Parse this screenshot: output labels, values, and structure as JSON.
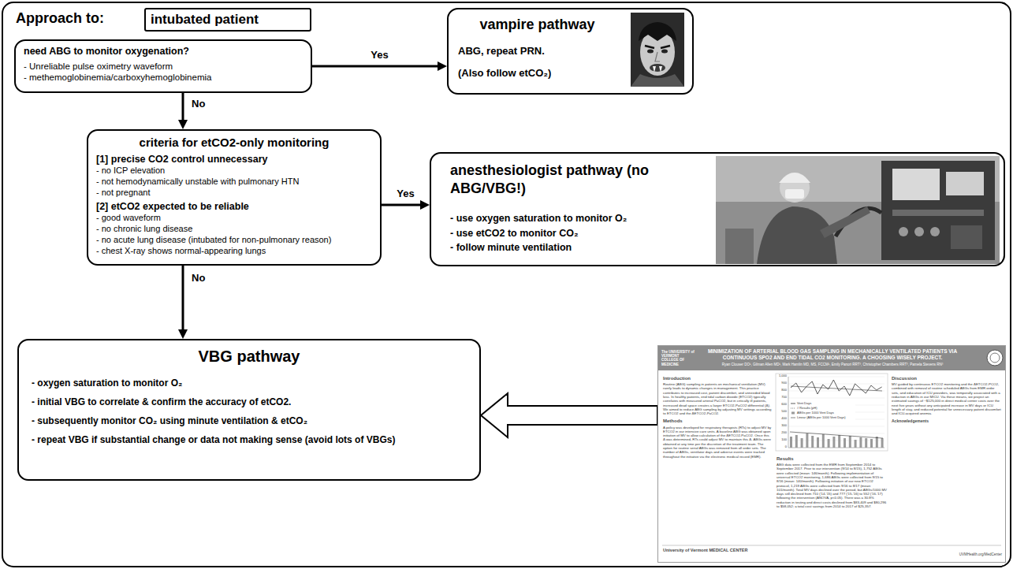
{
  "diagram": {
    "title": "Approach to:",
    "nodes": [
      {
        "text": [
          "intubated patient"
        ]
      },
      {
        "text": [
          "need ABG to monitor oxygenation?",
          "- Unreliable pulse oximetry waveform",
          "- methemoglobinemia/carboxyhemoglobinemia"
        ]
      },
      {
        "text": [
          "vampire pathway",
          "ABG, repeat PRN.",
          "(Also follow etCO₂)"
        ]
      },
      {
        "text": [
          "criteria for etCO2-only monitoring",
          "[1] precise CO2 control unnecessary",
          "- no ICP elevation",
          "- not hemodynamically unstable with pulmonary HTN",
          "- not pregnant",
          "[2] etCO2 expected to be reliable",
          "- good waveform",
          "- no chronic lung disease",
          "- no acute lung disease (intubated for non-pulmonary reason)",
          "- chest X-ray shows normal-appearing lungs"
        ]
      },
      {
        "text": [
          "anesthesiologist pathway (no ABG/VBG!)",
          "- use oxygen saturation to monitor O₂",
          "- use etCO2 to monitor CO₂",
          "- follow minute ventilation"
        ]
      },
      {
        "text": [
          "VBG pathway",
          "- oxygen saturation to monitor O₂",
          "- initial VBG to correlate & confirm the accuracy of etCO2.",
          "- subsequently monitor CO₂ using minute ventilation & etCO₂",
          "- repeat VBG if substantial change or data not making sense (avoid lots of VBGs)"
        ]
      },
      {
        "text": [
          "The UNIVERSITY of VERMONT COLLEGE OF MEDICINE",
          "MINIMIZATION OF ARTERIAL BLOOD GAS SAMPLING IN MECHANICALLY VENTILATED PATIENTS VIA CONTINUOUS SPO2 AND END TIDAL CO2 MONITORING. A CHOOSING WISELY PROJECT.",
          "Ryan Clouser DO¹, Gilman Allen MD¹, Mark Hamlin MD, MS, FCCM¹, Emily Panori RRT³, Christopher Chambers RRT³, Pamela Stevens RN³",
          "Introduction",
          "Routine (ABG) sampling in patients on mechanical ventilation (MV) rarely leads to dynamic changes in management. This practice contributes to increased cost, patient discomfort, and unneeded blood loss. In healthy patients, end tidal carbon dioxide (ETCO2) typically correlates with measured arterial PaCO2, but in critically ill patients, increased dead space creates a larger ETCO2-PaCO2 differential (Δ). We aimed to reduce ABG sampling by adjusting MV settings according to ETCO2 and the ΔETCO2-PaCO2.",
          "Methods",
          "A policy was developed for respiratory therapists (RTs) to adjust MV by ETCO2 in our intensive care units. A baseline ABG was obtained upon initiation of MV to allow calculation of the ΔETCO2-PaCO2. Once this Δ was determined, RTs could adjust MV to maintain this Δ. ABGs were obtained at any time per the discretion of the treatment team. The option for routine serial ABGs was removed from all order sets. The number of ABGs, ventilator days and adverse events were tracked throughout the initiative via the electronic medical record (EMR).",
          "Results",
          "ABG data were collected from the EMR from September 2014 to September 2017. Prior to our intervention (9/14 to 8/15), 1,752 ABGs were collected (mean: 146/month). Following implementation of universal ETCO2 monitoring, 1,686 ABGs were collected from 9/15 to 8/16 (mean: 140/month). Following initiation of our new ETCO2 protocol, 1,219 ABGs were collected from 9/16 to 8/17 (mean: 101/month). Total MV days declined over the period, but ABGs/1000 MV days still declined from 710 ('14-'15) and 777 ('15-'16) to 552 ('16-'17) following the intervention (ANOVA, p<0.05). There was a 30.8% reduction in testing and direct costs declined from $83,409 and $80,296 to $58,052; a total cost savings from 2014 to 2017 of $25,357.",
          "Discussion",
          "MV guided by continuous ETCO2 monitoring and the ΔETCO2-PCO2, combined with removal of routine scheduled ABGs from EMR order sets, and education of ICU providers, was temporally associated with a reduction in ABGs in our MICU. Via these means, we project an estimated savings of ~$125,000 in direct medical center costs over the next five years without any anticipated increase in MV days or ICU length of stay, and reduced potential for unnecessary patient discomfort and ICU-acquired anemia.",
          "Acknowledgements",
          "University of Vermont MEDICAL CENTER",
          "UVMHealth.org/MedCenter"
        ]
      }
    ],
    "edges": [
      {
        "from": 1,
        "to": 2,
        "arrow": "to",
        "label": "Yes"
      },
      {
        "from": 1,
        "to": 3,
        "arrow": "to",
        "label": "No"
      },
      {
        "from": 3,
        "to": 4,
        "arrow": "to",
        "label": "Yes"
      },
      {
        "from": 3,
        "to": 5,
        "arrow": "to",
        "label": "No"
      },
      {
        "from": 6,
        "to": 5,
        "arrow": "to"
      }
    ],
    "labels": [
      "1,000",
      "900",
      "800",
      "700",
      "600",
      "500",
      "400",
      "300",
      "200",
      "100",
      "0",
      "Vent Days",
      "# Results (pH)",
      "ABGs per 1000 Vent Days",
      "Linear (ABGs per 1000 Vent Days)"
    ]
  }
}
